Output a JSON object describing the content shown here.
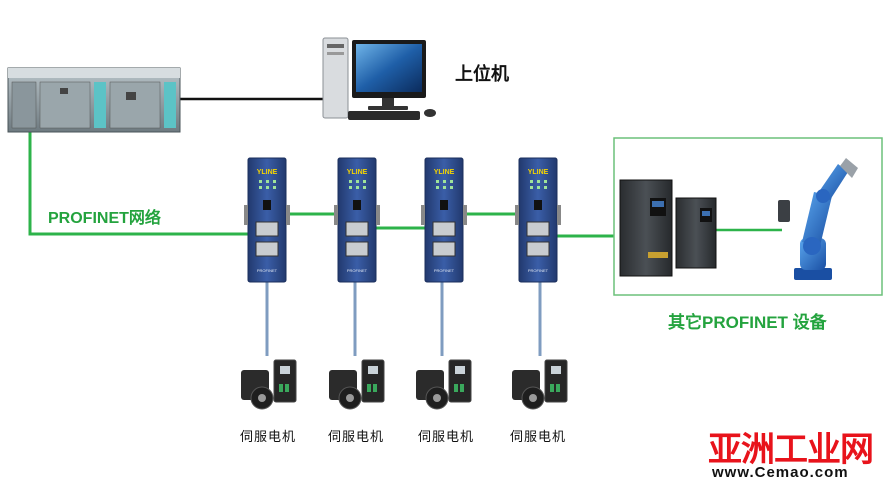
{
  "host_label": "上位机",
  "network_label": "PROFINET网络",
  "other_devices_label": "其它PROFINET 设备",
  "gateway_brand": "YLINE",
  "gateway_model": "PROFINET",
  "servo_label": "伺服电机",
  "watermark": {
    "logo": "亚洲工业网",
    "url": "www.Cemao.com"
  },
  "colors": {
    "network_line": "#2db34a",
    "label_green": "#24a33e",
    "gateway_body": "#2c4a8c",
    "fieldbus_line": "#7f9cc0",
    "watermark_red": "#e8131b"
  }
}
